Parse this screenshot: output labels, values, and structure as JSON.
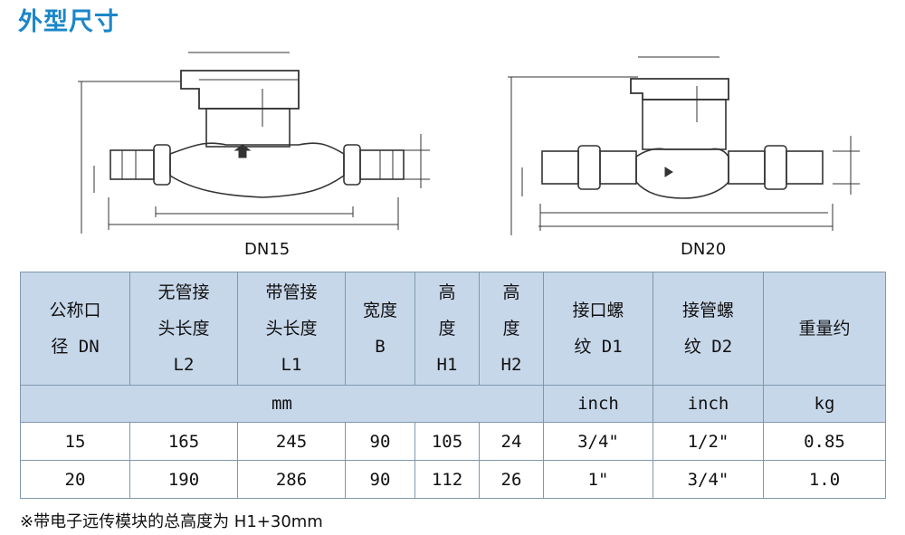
{
  "title": "外型尺寸",
  "figures": {
    "dn15_caption": "DN15",
    "dn20_caption": "DN20"
  },
  "table": {
    "headers": [
      "公称口\n径 DN",
      "无管接\n头长度\nL2",
      "带管接\n头长度\nL1",
      "宽度\nB",
      "高\n度\nH1",
      "高\n度\nH2",
      "接口螺\n纹 D1",
      "接管螺\n纹 D2",
      "重量约"
    ],
    "units": {
      "mm": "mm",
      "inch1": "inch",
      "inch2": "inch",
      "kg": "kg"
    },
    "rows": [
      [
        "15",
        "165",
        "245",
        "90",
        "105",
        "24",
        "3/4\"",
        "1/2\"",
        "0.85"
      ],
      [
        "20",
        "190",
        "286",
        "90",
        "112",
        "26",
        "1\"",
        "3/4\"",
        "1.0"
      ]
    ]
  },
  "note": "※带电子远传模块的总高度为 H1+30mm"
}
